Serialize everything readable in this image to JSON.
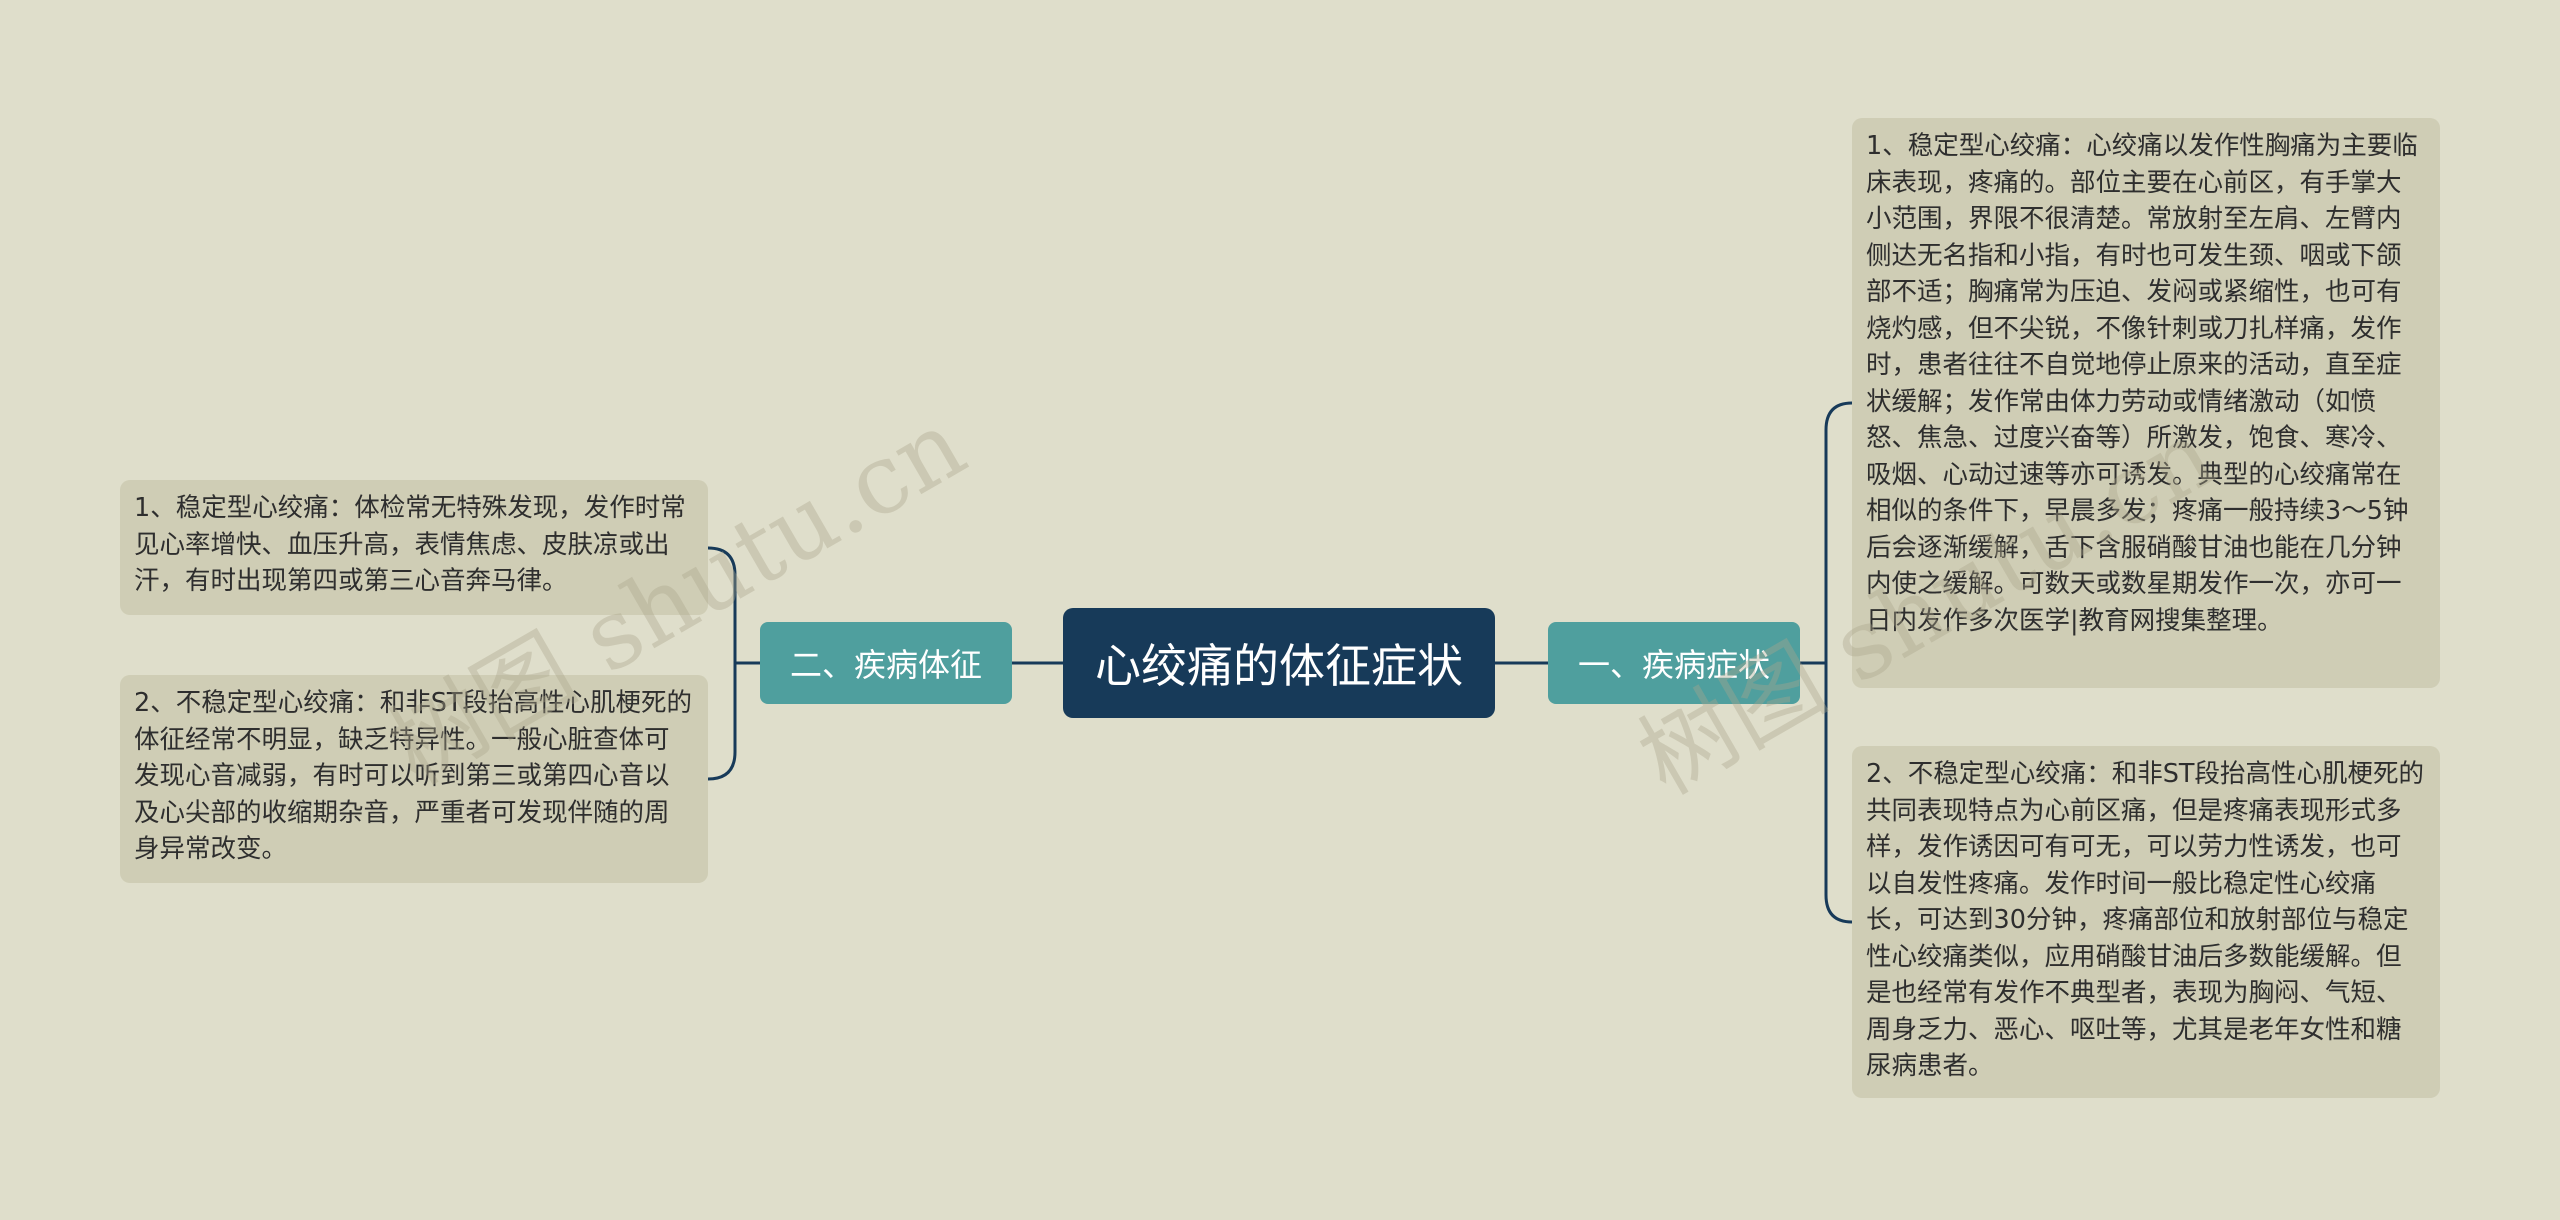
{
  "mindmap": {
    "root": {
      "label": "心绞痛的体征症状"
    },
    "branches": {
      "left": {
        "label": "二、疾病体征",
        "items": [
          {
            "text": "1、稳定型心绞痛：体检常无特殊发现，发作时常见心率增快、血压升高，表情焦虑、皮肤凉或出汗，有时出现第四或第三心音奔马律。"
          },
          {
            "text": "2、不稳定型心绞痛：和非ST段抬高性心肌梗死的体征经常不明显，缺乏特异性。一般心脏查体可发现心音减弱，有时可以听到第三或第四心音以及心尖部的收缩期杂音，严重者可发现伴随的周身异常改变。"
          }
        ]
      },
      "right": {
        "label": "一、疾病症状",
        "items": [
          {
            "text": "1、稳定型心绞痛：心绞痛以发作性胸痛为主要临床表现，疼痛的。部位主要在心前区，有手掌大小范围，界限不很清楚。常放射至左肩、左臂内侧达无名指和小指，有时也可发生颈、咽或下颌部不适；胸痛常为压迫、发闷或紧缩性，也可有烧灼感，但不尖锐，不像针刺或刀扎样痛，发作时，患者往往不自觉地停止原来的活动，直至症状缓解；发作常由体力劳动或情绪激动（如愤怒、焦急、过度兴奋等）所激发，饱食、寒冷、吸烟、心动过速等亦可诱发。典型的心绞痛常在相似的条件下，早晨多发；疼痛一般持续3～5钟后会逐渐缓解，舌下含服硝酸甘油也能在几分钟内使之缓解。可数天或数星期发作一次，亦可一日内发作多次医学|教育网搜集整理。"
          },
          {
            "text": "2、不稳定型心绞痛：和非ST段抬高性心肌梗死的共同表现特点为心前区痛，但是疼痛表现形式多样，发作诱因可有可无，可以劳力性诱发，也可以自发性疼痛。发作时间一般比稳定性心绞痛长，可达到30分钟，疼痛部位和放射部位与稳定性心绞痛类似，应用硝酸甘油后多数能缓解。但是也经常有发作不典型者，表现为胸闷、气短、周身乏力、恶心、呕吐等，尤其是老年女性和糖尿病患者。"
          }
        ]
      }
    },
    "watermarks": [
      "树图 shutu.cn",
      "树图 shutu.cn"
    ],
    "colors": {
      "background": "#dfdecb",
      "root": "#173a59",
      "branch": "#4f9f9e",
      "leaf": "#cfcdb5",
      "connector": "#173a59"
    }
  }
}
